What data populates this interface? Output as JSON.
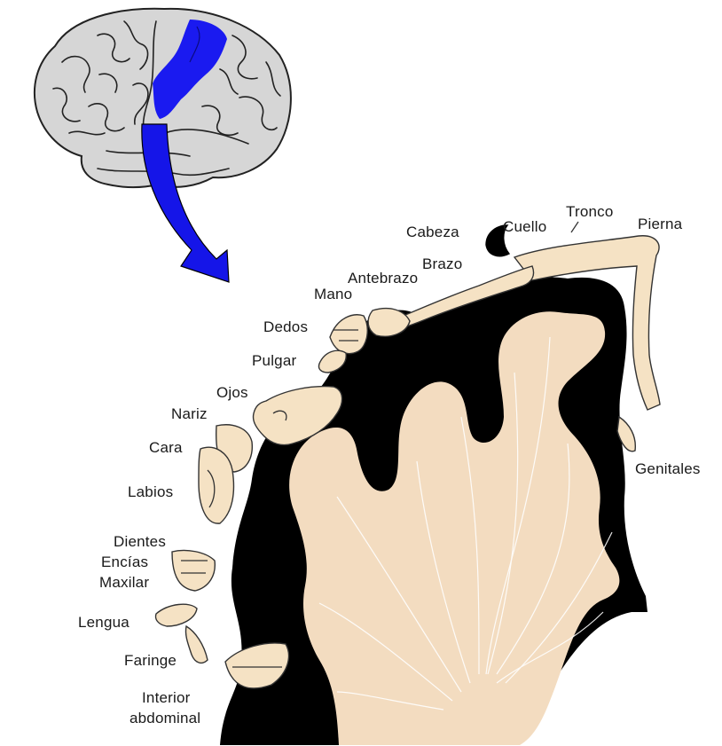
{
  "colors": {
    "cortex": "#000000",
    "white_matter": "#f3dcc0",
    "body_figure": "#f5e2c4",
    "brain_fill": "#d6d6d6",
    "brain_lines": "#222222",
    "motor_area": "#1a1af0",
    "arrow": "#1515e8",
    "label_text": "#1a1a1a"
  },
  "labels": {
    "cabeza": "Cabeza",
    "cuello": "Cuello",
    "tronco": "Tronco",
    "pierna": "Pierna",
    "brazo": "Brazo",
    "antebrazo": "Antebrazo",
    "mano": "Mano",
    "dedos": "Dedos",
    "pulgar": "Pulgar",
    "ojos": "Ojos",
    "nariz": "Nariz",
    "cara": "Cara",
    "labios": "Labios",
    "dientes": "Dientes",
    "encias": "Encías",
    "maxilar": "Maxilar",
    "lengua": "Lengua",
    "faringe": "Faringe",
    "interior_line1": "Interior",
    "interior_line2": "abdominal",
    "genitales": "Genitales"
  }
}
